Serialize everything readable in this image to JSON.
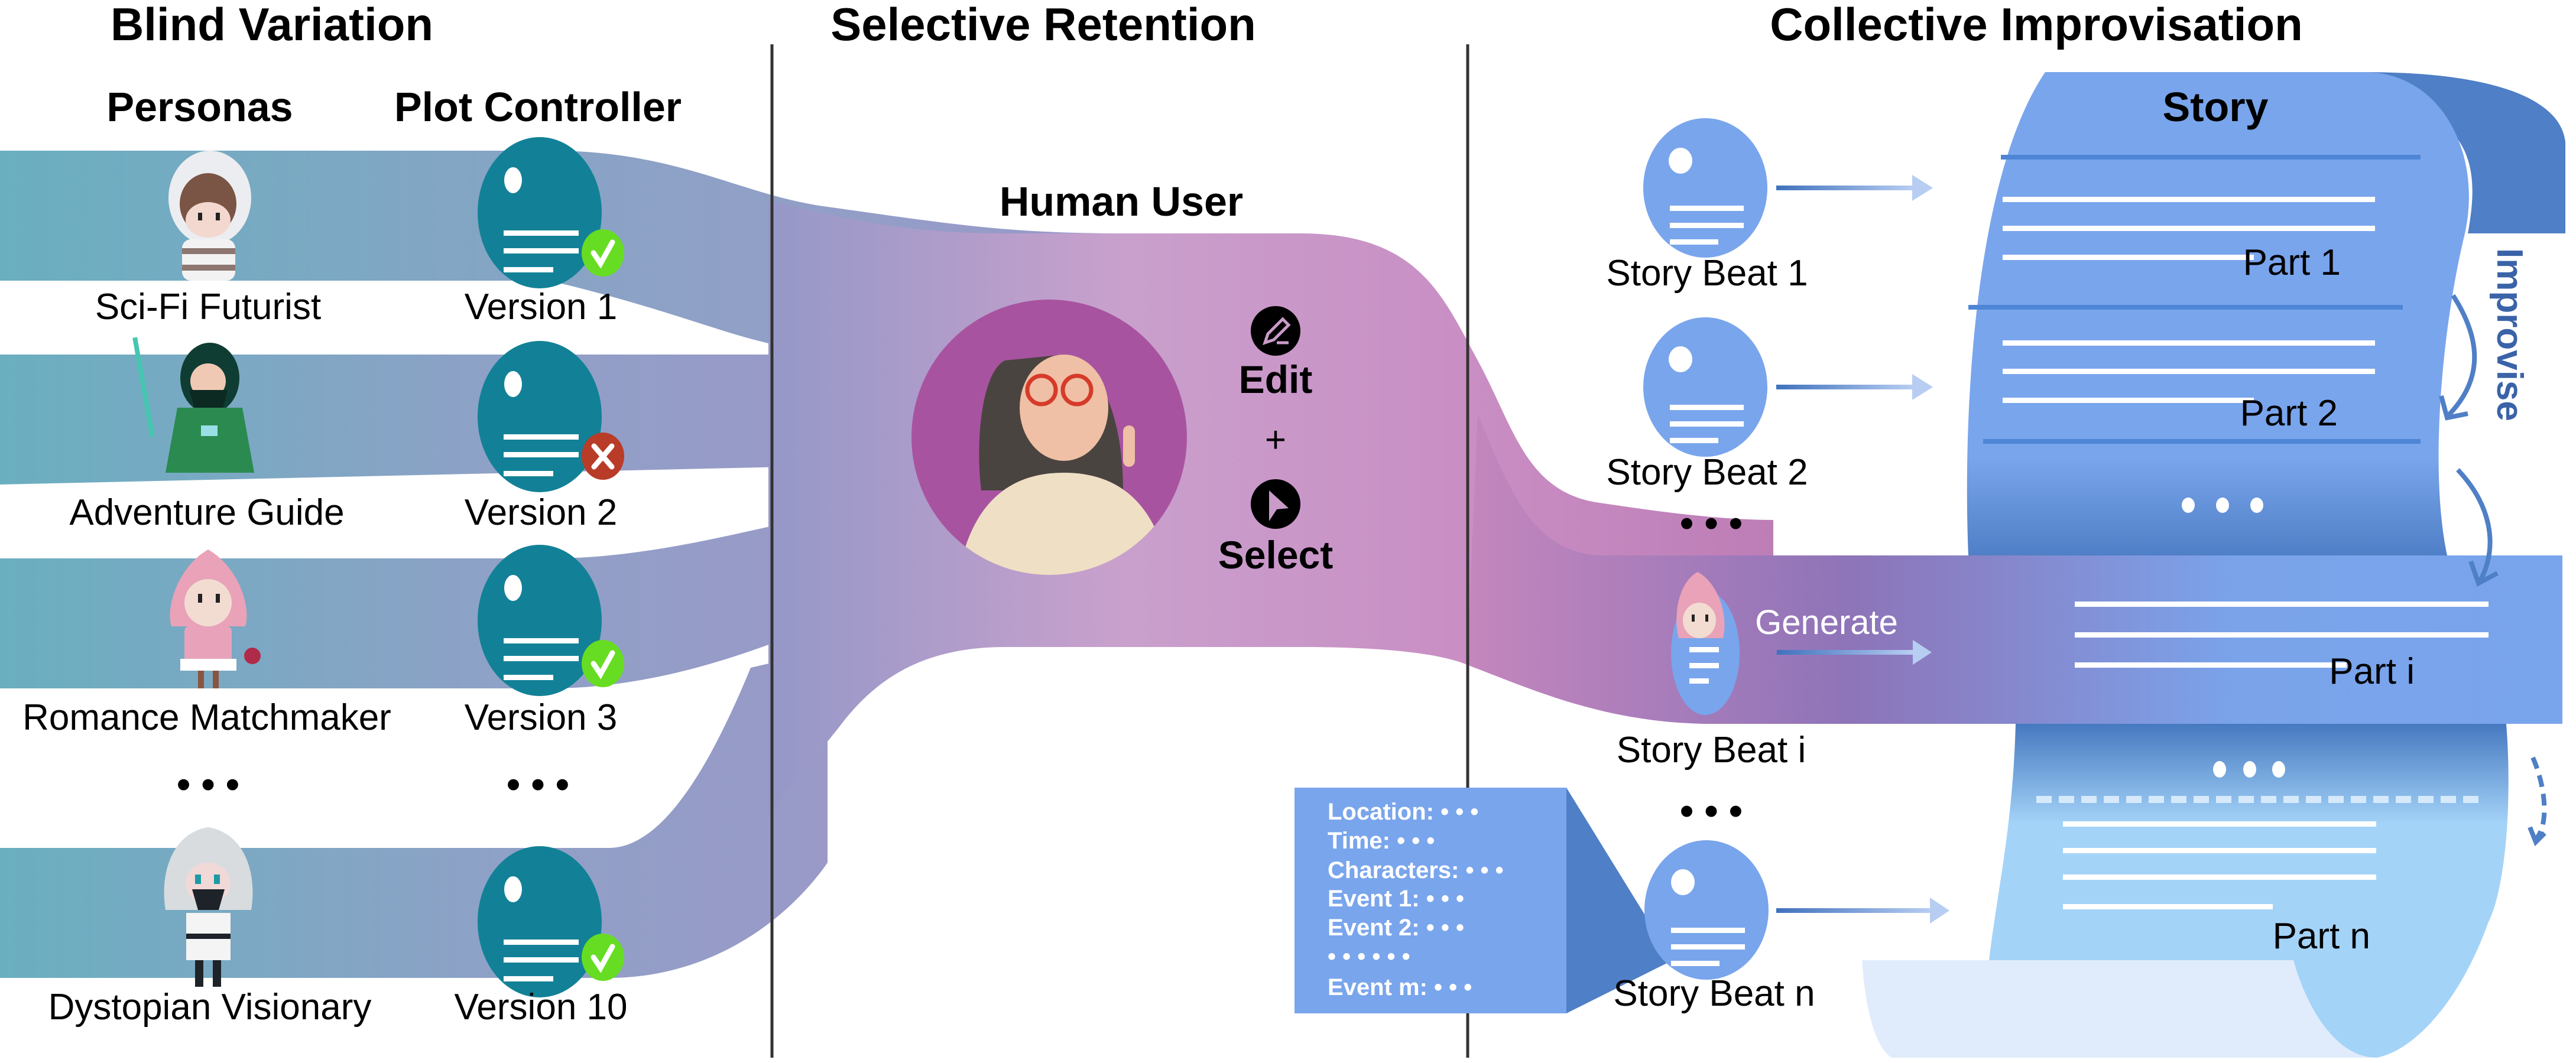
{
  "sections": {
    "blind_variation": "Blind Variation",
    "selective_retention": "Selective Retention",
    "collective_improvisation": "Collective Improvisation"
  },
  "blind_variation": {
    "personas_header": "Personas",
    "controller_header": "Plot Controller",
    "rows": [
      {
        "persona": "Sci-Fi Futurist",
        "version": "Version 1",
        "status": "accepted",
        "persona_icon": "astronaut-avatar-icon"
      },
      {
        "persona": "Adventure Guide",
        "version": "Version 2",
        "status": "rejected",
        "persona_icon": "elf-warrior-avatar-icon"
      },
      {
        "persona": "Romance Matchmaker",
        "version": "Version 3",
        "status": "accepted",
        "persona_icon": "pink-hood-avatar-icon"
      },
      {
        "persona": "Dystopian Visionary",
        "version": "Version 10",
        "status": "accepted",
        "persona_icon": "gas-mask-avatar-icon"
      }
    ],
    "ellipsis": "• • •"
  },
  "selective_retention": {
    "human_user_label": "Human User",
    "edit_label": "Edit",
    "plus": "+",
    "select_label": "Select"
  },
  "collective_improvisation": {
    "story_title": "Story",
    "beats": [
      "Story Beat 1",
      "Story Beat 2",
      "Story Beat i",
      "Story Beat n"
    ],
    "parts": [
      "Part 1",
      "Part 2",
      "Part i",
      "Part n"
    ],
    "generate_label": "Generate",
    "improvise_label": "Improvise",
    "ellipsis": "• • •",
    "beat_details": [
      "Location:  • • •",
      "Time:  • • •",
      "Characters:  • • •",
      "Event 1:   • • •",
      "Event 2:   • • •",
      " • • •  • • •",
      "Event m:  • • •"
    ]
  },
  "colors": {
    "teal_ribbon": "#6aafc0",
    "purple_ribbon": "#9999c8",
    "magenta_ribbon": "#c98fc4",
    "controller_teal": "#128197",
    "accept_green": "#66dd22",
    "reject_red": "#b83c28",
    "user_circle": "#a853a0",
    "story_blue": "#79a5ec",
    "story_dark_blue": "#4f7fc6",
    "story_light_blue": "#a4d3f8"
  }
}
